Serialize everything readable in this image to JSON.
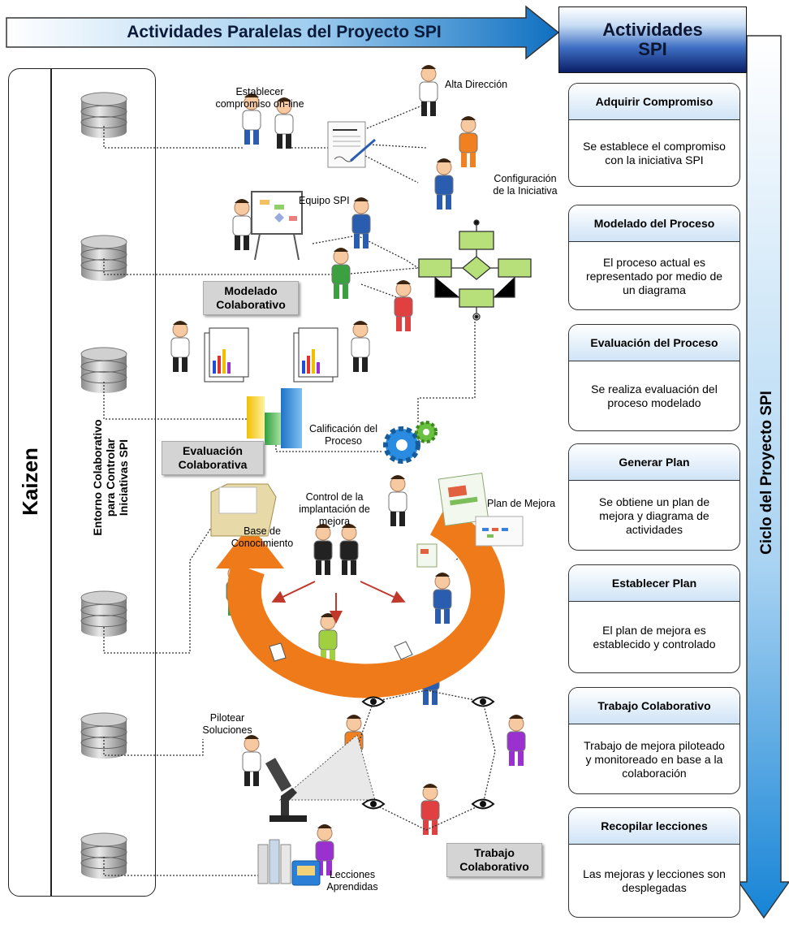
{
  "top_banner": {
    "label": "Actividades Paralelas del Proyecto SPI"
  },
  "spi_header": {
    "label": "Actividades\nSPI"
  },
  "left_panel": {
    "kaizen": "Kaizen",
    "entorno": "Entorno Colaborativo\npara Controlar\nIniciativas SPI"
  },
  "cycle_label": "Ciclo del Proyecto SPI",
  "activities": [
    {
      "title": "Adquirir Compromiso",
      "desc": "Se establece el compromiso con la iniciativa SPI"
    },
    {
      "title": "Modelado del Proceso",
      "desc": "El proceso actual es representado por medio de un diagrama"
    },
    {
      "title": "Evaluación del Proceso",
      "desc": "Se realiza evaluación del proceso modelado"
    },
    {
      "title": "Generar Plan",
      "desc": "Se obtiene un plan de mejora y diagrama de actividades"
    },
    {
      "title": "Establecer Plan",
      "desc": "El plan de mejora es establecido y controlado"
    },
    {
      "title": "Trabajo Colaborativo",
      "desc": "Trabajo de mejora piloteado y monitoreado en base a la colaboración"
    },
    {
      "title": "Recopilar lecciones",
      "desc": "Las mejoras y lecciones son desplegadas"
    }
  ],
  "center_labels": {
    "establecer": "Establecer\ncompromiso on-line",
    "alta": "Alta Dirección",
    "configuracion": "Configuración\nde la Iniciativa",
    "equipo": "Equipo SPI",
    "modelado": "Modelado\nColaborativo",
    "calificacion": "Calificación del\nProceso",
    "evaluacion": "Evaluación\nColaborativa",
    "control": "Control de la\nimplantación de\nmejora",
    "base": "Base de\nConocimiento",
    "plan": "Plan de Mejora",
    "pilotear": "Pilotear\nSoluciones",
    "trabajo": "Trabajo\nColaborativo",
    "lecciones": "Lecciones\nAprendidas"
  },
  "colors": {
    "accent_blue": "#1f8fd6",
    "orange": "#ef7a1a",
    "green_box": "#b8e07a",
    "gray_label": "#d4d4d4"
  }
}
